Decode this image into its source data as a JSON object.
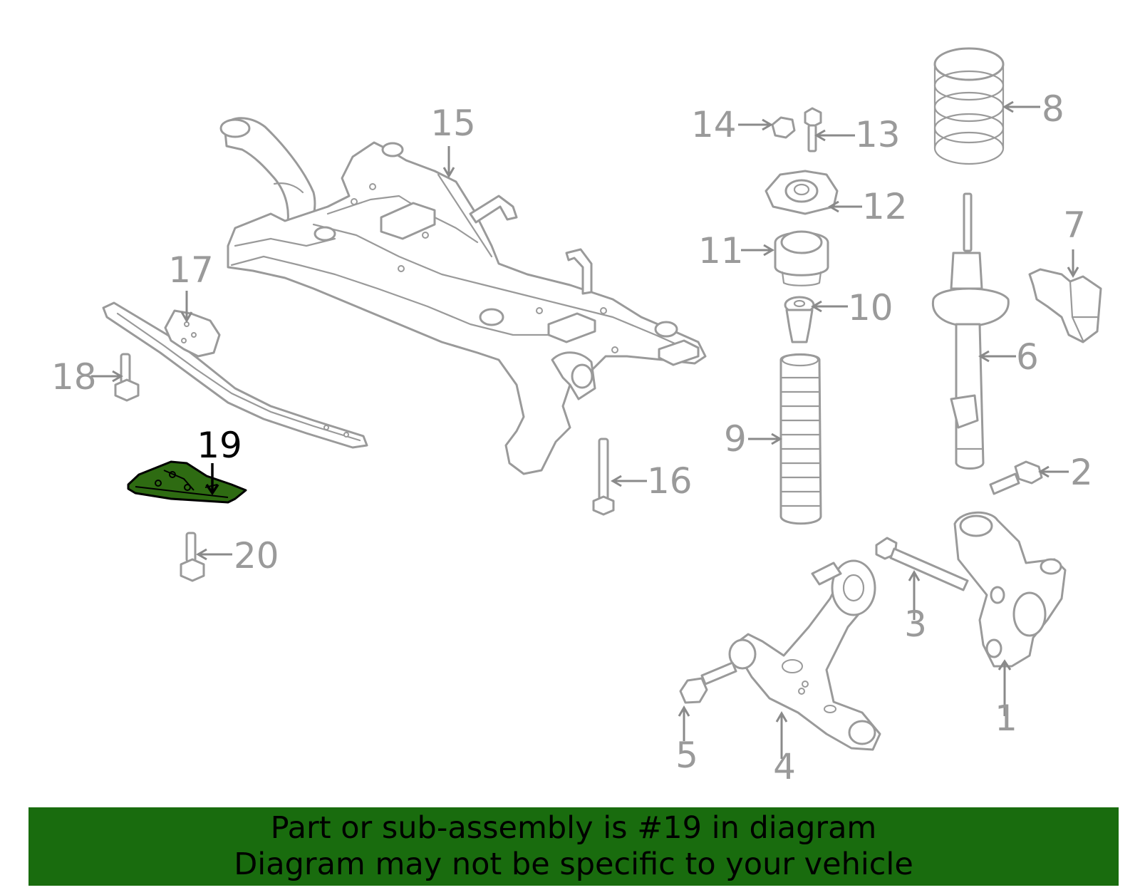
{
  "callouts": [
    {
      "id": "1",
      "label": "1"
    },
    {
      "id": "2",
      "label": "2"
    },
    {
      "id": "3",
      "label": "3"
    },
    {
      "id": "4",
      "label": "4"
    },
    {
      "id": "5",
      "label": "5"
    },
    {
      "id": "6",
      "label": "6"
    },
    {
      "id": "7",
      "label": "7"
    },
    {
      "id": "8",
      "label": "8"
    },
    {
      "id": "9",
      "label": "9"
    },
    {
      "id": "10",
      "label": "10"
    },
    {
      "id": "11",
      "label": "11"
    },
    {
      "id": "12",
      "label": "12"
    },
    {
      "id": "13",
      "label": "13"
    },
    {
      "id": "14",
      "label": "14"
    },
    {
      "id": "15",
      "label": "15"
    },
    {
      "id": "16",
      "label": "16"
    },
    {
      "id": "17",
      "label": "17"
    },
    {
      "id": "18",
      "label": "18"
    },
    {
      "id": "19",
      "label": "19"
    },
    {
      "id": "20",
      "label": "20"
    }
  ],
  "highlighted_part": "19",
  "colors": {
    "line_art": "#9a9a9a",
    "highlight_fill": "#2e6b12",
    "highlight_label": "#000000",
    "banner_bg": "#196c0e",
    "banner_text": "#000000"
  },
  "banner": {
    "line1": "Part or sub-assembly is #19 in diagram",
    "line2": "Diagram may not be specific to your vehicle"
  }
}
